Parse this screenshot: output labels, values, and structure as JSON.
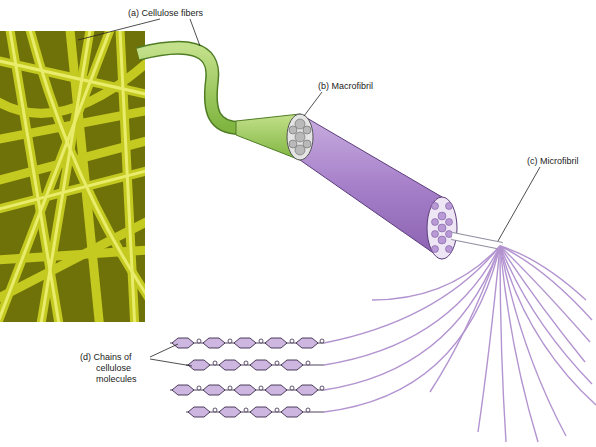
{
  "diagram": {
    "labels": [
      "(a) Cellulose fibers",
      "(b) Macrofibril",
      "(c) Microfibril",
      "(d) Chains of cellulose molecules"
    ]
  }
}
